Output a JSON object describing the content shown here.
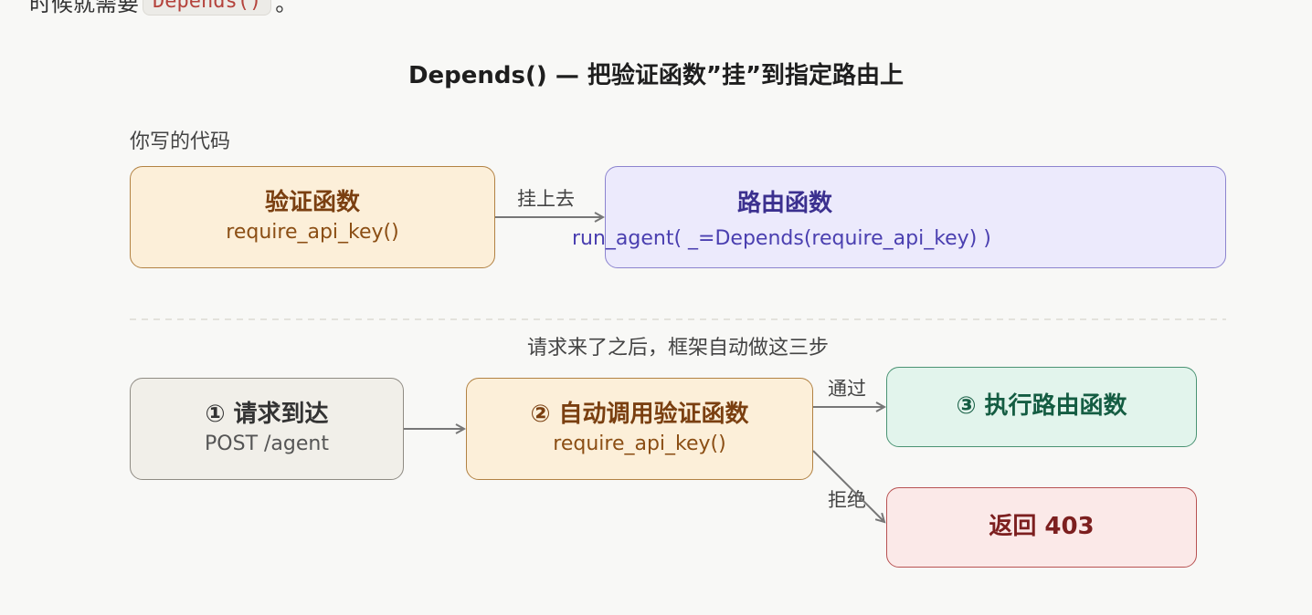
{
  "top_text": {
    "prefix": "时候就需要",
    "code": "Depends()",
    "suffix": "。"
  },
  "title": "Depends() — 把验证函数”挂”到指定路由上",
  "section_top": {
    "label": "你写的代码",
    "validator_box": {
      "title": "验证函数",
      "subtitle": "require_api_key()"
    },
    "edge_label": "挂上去",
    "route_box": {
      "title": "路由函数",
      "code": "run_agent( _=Depends(require_api_key) )"
    }
  },
  "section_bottom": {
    "label": "请求来了之后，框架自动做这三步",
    "step1": {
      "title": "① 请求到达",
      "subtitle": "POST /agent"
    },
    "step2": {
      "title": "② 自动调用验证函数",
      "subtitle": "require_api_key()"
    },
    "edge_pass": "通过",
    "edge_reject": "拒绝",
    "step3": {
      "title": "③ 执行路由函数"
    },
    "reject_box": {
      "title": "返回 403"
    }
  },
  "colors": {
    "orange_fill": "#fcefd9",
    "purple_fill": "#eceafc",
    "gray_fill": "#f1efe9",
    "green_fill": "#e2f4ec",
    "red_fill": "#fbe9e8",
    "arrow": "#777777"
  },
  "icons": {
    "arrow": "arrow-right-icon"
  }
}
